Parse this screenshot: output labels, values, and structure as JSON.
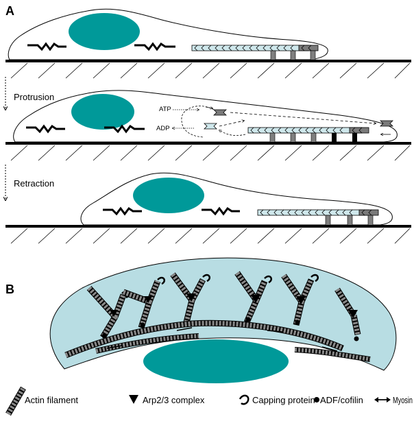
{
  "panels": {
    "a": "A",
    "b": "B"
  },
  "steps": {
    "protrusion": "Protrusion",
    "retraction": "Retraction"
  },
  "nucleotides": {
    "atp": "ATP",
    "adp": "ADP"
  },
  "legend": {
    "actin": "Actin filament",
    "arp": "Arp2/3 complex",
    "capping": "Capping protein",
    "cofilin": "ADF/cofilin",
    "myosin": "Myosin"
  },
  "colors": {
    "nucleus": "#009999",
    "lamella": "#b8dde3",
    "actin_light": "#cfe8ec",
    "actin_dark": "#7a7a7a",
    "adhesion": "#7f7f7f"
  }
}
